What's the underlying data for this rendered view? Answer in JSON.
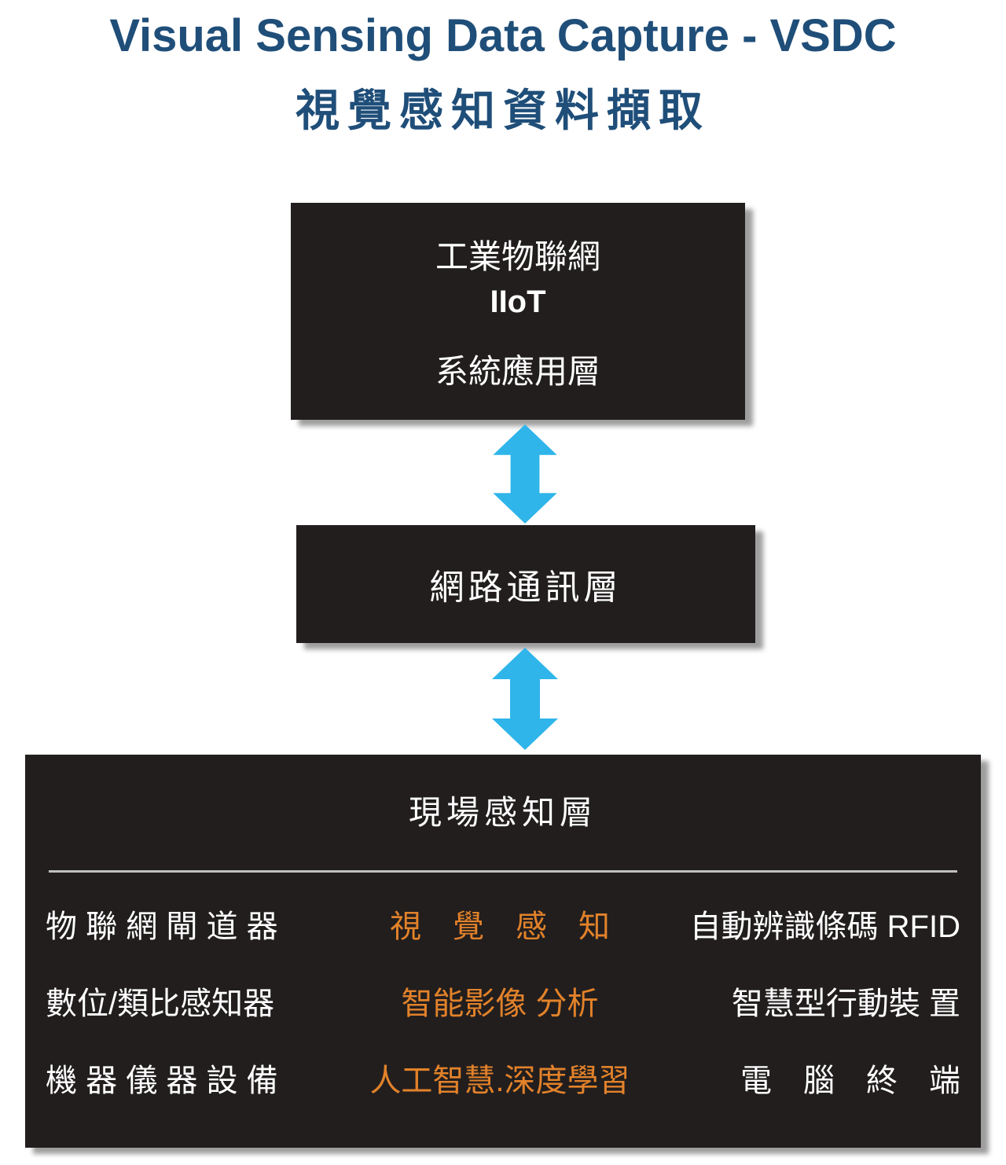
{
  "title": {
    "line1": "Visual Sensing Data Capture - VSDC",
    "line2": "視覺感知資料擷取"
  },
  "layers": {
    "application": {
      "line1": "工業物聯網",
      "line2": "IIoT",
      "line3": "系統應用層"
    },
    "network": {
      "label": "網路通訊層"
    },
    "field": {
      "title": "現場感知層",
      "rows": [
        {
          "left": "物 聯 網 閘 道 器",
          "center": "視　覺　感　知",
          "right": "自動辨識條碼 RFID"
        },
        {
          "left": "數位/類比感知器",
          "center": "智能影像 分析",
          "right": "智慧型行動裝 置"
        },
        {
          "left": "機 器 儀 器 設 備",
          "center": "人工智慧.深度學習",
          "right": "電　腦　終　端"
        }
      ]
    }
  },
  "icons": {
    "arrow1": "double-headed-vertical-arrow",
    "arrow2": "double-headed-vertical-arrow"
  },
  "colors": {
    "title_blue": "#1F4E79",
    "box_background": "#221E1E",
    "box_text": "#FFFFFF",
    "arrow_cyan": "#2FB5EA",
    "accent_orange": "#E2822A",
    "divider_gray": "#C0C0C0",
    "shadow_gray": "#9E9E9E"
  }
}
